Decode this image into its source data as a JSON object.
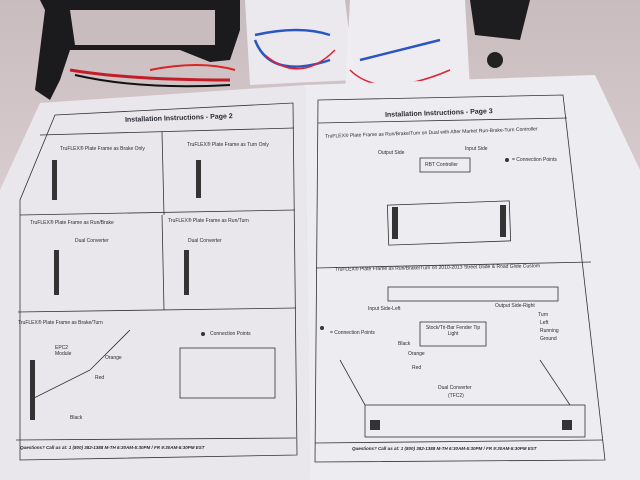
{
  "page2": {
    "title": "Installation Instructions - Page 2",
    "panels": [
      "TruFLEX® Plate Frame as Brake Only",
      "TruFLEX® Plate Frame as Turn Only",
      "TruFLEX® Plate Frame as Run/Brake",
      "TruFLEX® Plate Frame as Run/Turn",
      "TruFLEX® Plate Frame as Brake/Turn"
    ],
    "labels": {
      "dual_converter": "Dual Converter",
      "module": "EPC2 Module",
      "connection_points": "Connection Points",
      "red": "Red",
      "black": "Black",
      "orange": "Orange"
    },
    "footer": "Questions? Call us at: 1 (800) 382-1388   M-TH 6:30AM-5:30PM / FR 9:30AM-5:30PM EST"
  },
  "page3": {
    "title": "Installation Instructions - Page 3",
    "section1": "TruFLEX® Plate Frame as Run/Brake/Turn on Dual with After Market Run-Brake-Turn Controller",
    "output_side": "Output Side",
    "input_side": "Input Side",
    "controller": "RBT Controller",
    "connection_points": "= Connection Points",
    "section2": "TruFLEX® Plate Frame as Run/Brake/Turn on 2010-2013 Street Glide & Road Glide Custom",
    "input_left": "Input Side-Left",
    "output_right": "Output Side-Right",
    "tail_light": "Stock/Tri-Bar Fender Tip Light",
    "wire_colors": [
      "Black",
      "Orange",
      "Red"
    ],
    "outputs": [
      "Turn",
      "Left",
      "Running",
      "Ground"
    ],
    "dual_converter": "Dual Converter",
    "tfc": "(TFC2)",
    "footer": "Questions? Call us at: 1 (800) 382-1388   M-TH 6:30AM-5:30PM / FR 9:30AM-5:30PM EST"
  }
}
